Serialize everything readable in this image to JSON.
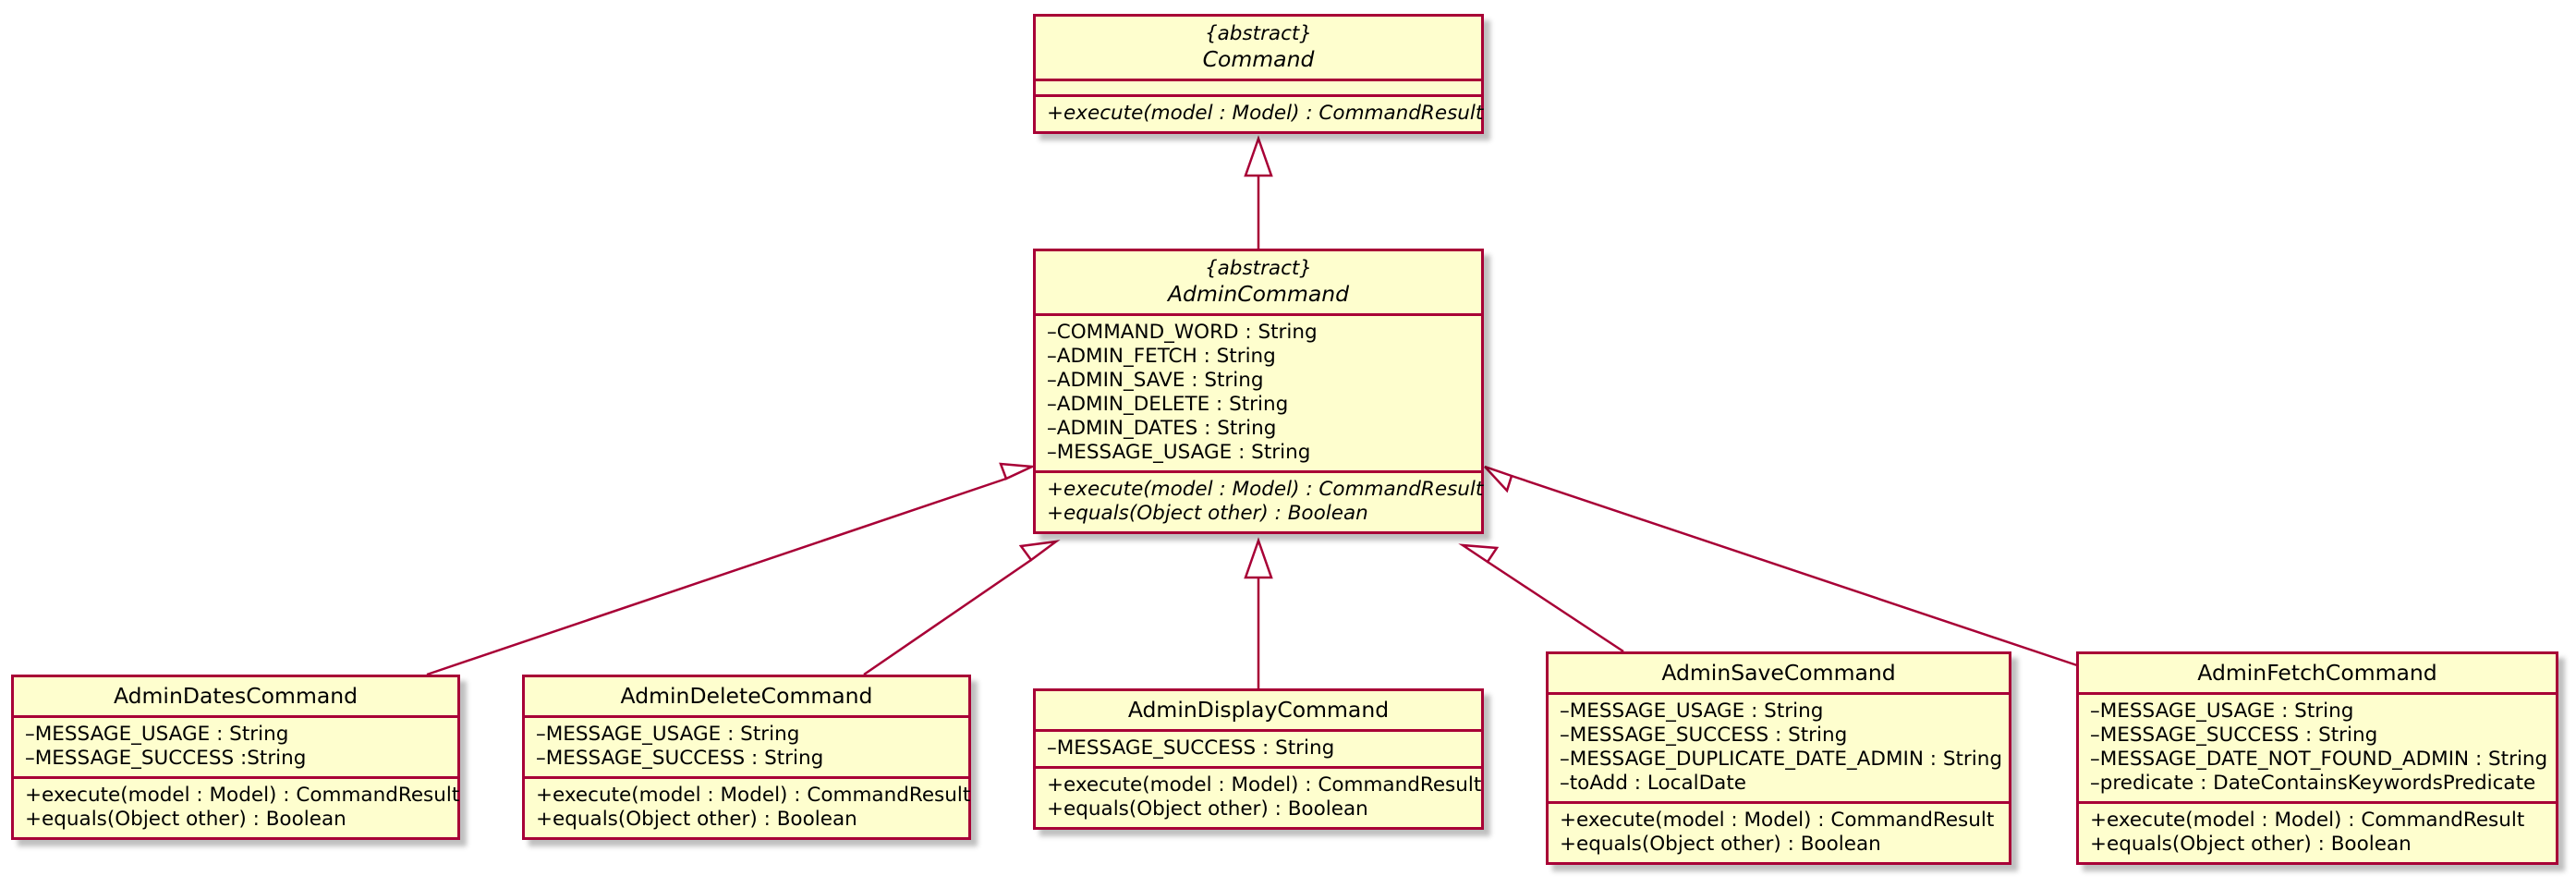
{
  "colors": {
    "fill": "#fefece",
    "border": "#a80036"
  },
  "classes": {
    "command": {
      "stereotype": "{abstract}",
      "name": "Command",
      "attributes": [],
      "methods": [
        "+execute(model : Model) : CommandResult"
      ]
    },
    "admin_command": {
      "stereotype": "{abstract}",
      "name": "AdminCommand",
      "attributes": [
        "–COMMAND_WORD : String",
        "–ADMIN_FETCH : String",
        "–ADMIN_SAVE : String",
        "–ADMIN_DELETE : String",
        "–ADMIN_DATES : String",
        "–MESSAGE_USAGE : String"
      ],
      "methods": [
        "+execute(model : Model) : CommandResult",
        "+equals(Object other) : Boolean"
      ]
    },
    "admin_dates": {
      "name": "AdminDatesCommand",
      "attributes": [
        "–MESSAGE_USAGE : String",
        "–MESSAGE_SUCCESS :String"
      ],
      "methods": [
        "+execute(model : Model) : CommandResult",
        "+equals(Object other) : Boolean"
      ]
    },
    "admin_delete": {
      "name": "AdminDeleteCommand",
      "attributes": [
        "–MESSAGE_USAGE : String",
        "–MESSAGE_SUCCESS : String"
      ],
      "methods": [
        "+execute(model : Model) : CommandResult",
        "+equals(Object other) : Boolean"
      ]
    },
    "admin_display": {
      "name": "AdminDisplayCommand",
      "attributes": [
        "–MESSAGE_SUCCESS : String"
      ],
      "methods": [
        "+execute(model : Model) : CommandResult",
        "+equals(Object other) : Boolean"
      ]
    },
    "admin_save": {
      "name": "AdminSaveCommand",
      "attributes": [
        "–MESSAGE_USAGE : String",
        "–MESSAGE_SUCCESS : String",
        "–MESSAGE_DUPLICATE_DATE_ADMIN : String",
        "–toAdd : LocalDate"
      ],
      "methods": [
        "+execute(model : Model) : CommandResult",
        "+equals(Object other) : Boolean"
      ]
    },
    "admin_fetch": {
      "name": "AdminFetchCommand",
      "attributes": [
        "–MESSAGE_USAGE : String",
        "–MESSAGE_SUCCESS : String",
        "–MESSAGE_DATE_NOT_FOUND_ADMIN : String",
        "–predicate : DateContainsKeywordsPredicate"
      ],
      "methods": [
        "+execute(model : Model) : CommandResult",
        "+equals(Object other) : Boolean"
      ]
    }
  }
}
